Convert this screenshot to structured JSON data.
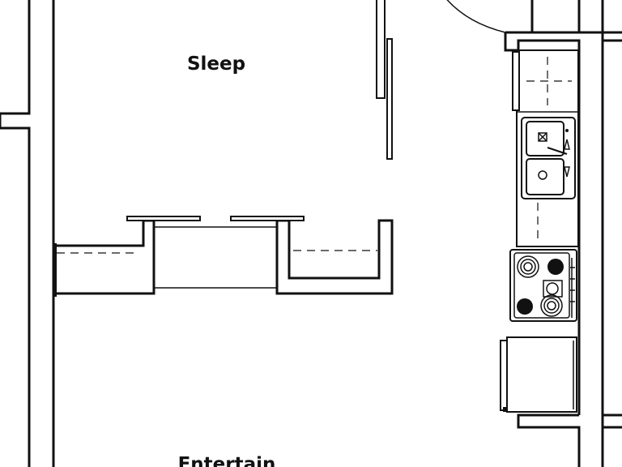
{
  "rooms": {
    "sleep": {
      "label": "Sleep"
    },
    "entertain": {
      "label": "Entertain"
    }
  },
  "fixtures": [
    "kitchen-counter",
    "double-sink",
    "stove",
    "refrigerator",
    "closet-rods",
    "sliding-door",
    "swing-door"
  ],
  "colors": {
    "line": "#111111",
    "background": "#ffffff"
  }
}
